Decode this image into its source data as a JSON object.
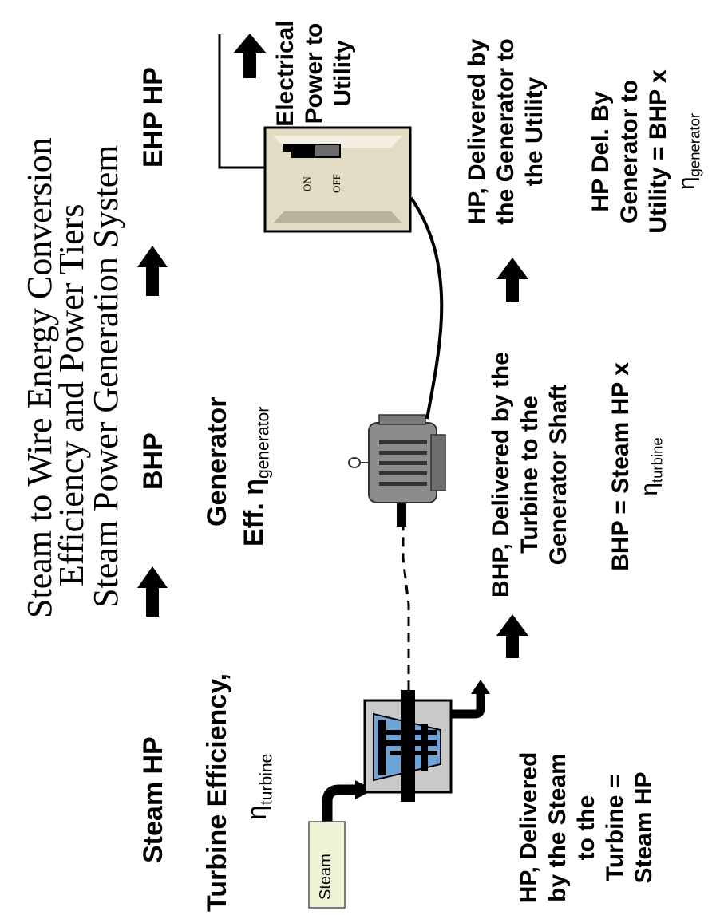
{
  "title": {
    "line1": "Steam to Wire Energy Conversion",
    "line2": "Efficiency and Power Tiers",
    "line3": "Steam Power Generation System"
  },
  "tiers": {
    "steam_hp": "Steam HP",
    "bhp": "BHP",
    "ehp": "EHP HP"
  },
  "efficiencies": {
    "turbine_line1": "Turbine Efficiency,",
    "turbine_eta": "η",
    "turbine_sub": "turbine",
    "generator_line1": "Generator",
    "generator_line2": "Eff. η",
    "generator_sub": "generator"
  },
  "equipment": {
    "steam_label": "Steam",
    "switch_on": "ON",
    "switch_off": "OFF",
    "power_line1": "Electrical",
    "power_line2": "Power to",
    "power_line3": "Utility"
  },
  "descriptions": {
    "hp_steam": [
      "HP, Delivered",
      "by the Steam",
      "to the",
      "Turbine =",
      "Steam HP"
    ],
    "bhp_delivered": [
      "BHP, Delivered by the",
      "Turbine to the",
      "Generator Shaft"
    ],
    "hp_generator": [
      "HP, Delivered by",
      "the Generator to",
      "the Utility"
    ]
  },
  "formulas": {
    "bhp_line1": "BHP = Steam HP x",
    "bhp_eta": "η",
    "bhp_sub": "turbine",
    "hp_line1": "HP Del. By",
    "hp_line2": "Generator to",
    "hp_line3": "Utility = BHP x",
    "hp_eta": "η",
    "hp_sub": "generator"
  }
}
